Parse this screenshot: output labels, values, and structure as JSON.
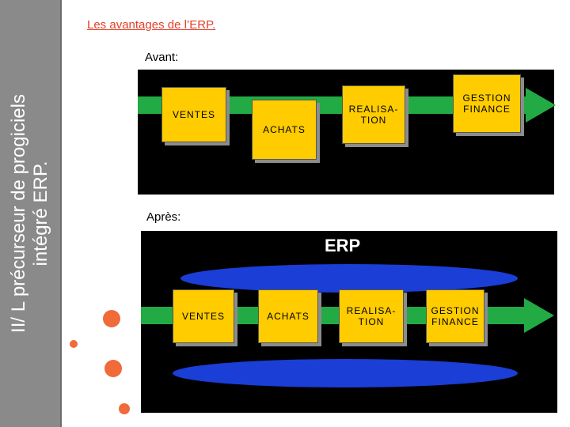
{
  "sidebar": {
    "title_line1": "II/ L précurseur de progiciels",
    "title_line2": "intégré ERP."
  },
  "slide": {
    "title": "Les avantages de l’ERP."
  },
  "before": {
    "label": "Avant:",
    "boxes": [
      "VENTES",
      "ACHATS",
      "REALISA-\nTION",
      "GESTION\nFINANCE"
    ]
  },
  "after": {
    "label": "Après:",
    "banner": "ERP",
    "boxes": [
      "VENTES",
      "ACHATS",
      "REALISA-\nTION",
      "GESTION\nFINANCE"
    ]
  },
  "colors": {
    "accent": "#e0402a",
    "box": "#ffcc00",
    "arrow": "#22aa44",
    "band": "#1a3ed6",
    "sidebar": "#8a8a8a"
  }
}
